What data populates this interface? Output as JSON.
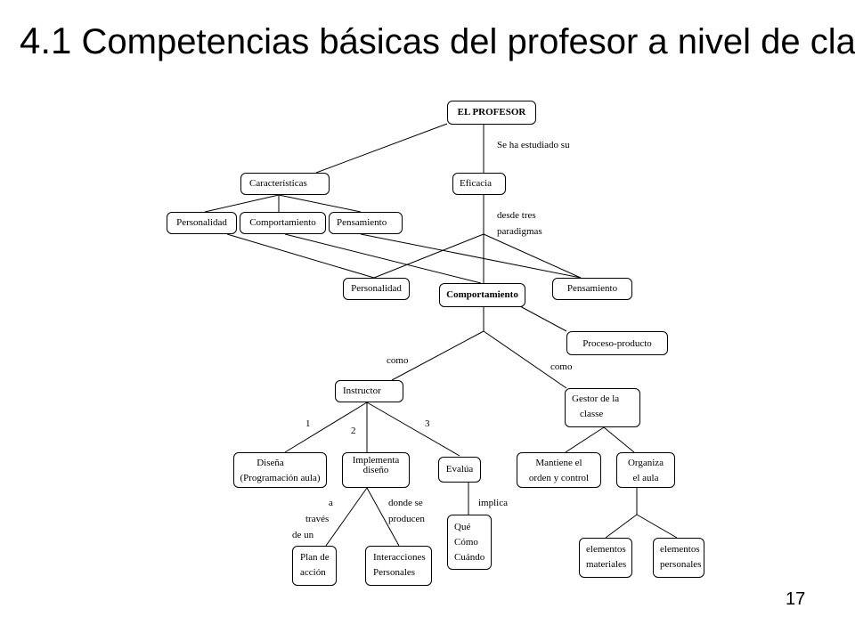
{
  "title": {
    "number": "4.1",
    "text": "Competencias básicas del profesor a nivel de clase"
  },
  "page_number": "17",
  "nodes": {
    "profesor": "EL PROFESOR",
    "caracteristicas": "Características",
    "eficacia": "Eficacia",
    "personalidad_top": "Personalidad",
    "comportamiento_top": "Comportamiento",
    "pensamiento_top": "Pensamiento",
    "personalidad_mid": "Personalidad",
    "comportamiento_mid": "Comportamiento",
    "pensamiento_mid": "Pensamiento",
    "proceso_producto": "Proceso-producto",
    "instructor": "Instructor",
    "gestor_1": "Gestor de la",
    "gestor_2": "classe",
    "disena_1": "Diseña",
    "disena_2": "(Programación aula)",
    "implementa_1": "Implementa",
    "implementa_2": "diseño",
    "evalua": "Evalúa",
    "mantiene_1": "Mantiene el",
    "mantiene_2": "orden y control",
    "organiza_1": "Organiza",
    "organiza_2": "el aula",
    "plan_1": "Plan de",
    "plan_2": "acción",
    "interacciones_1": "Interacciones",
    "interacciones_2": "Personales",
    "que": "Qué",
    "como_q": "Cómo",
    "cuando": "Cuándo",
    "elem_mat_1": "elementos",
    "elem_mat_2": "materiales",
    "elem_per_1": "elementos",
    "elem_per_2": "personales"
  },
  "labels": {
    "estudiado": "Se ha estudiado su",
    "desde_tres": "desde tres",
    "paradigmas": "paradigmas",
    "como_left": "como",
    "como_right": "como",
    "n1": "1",
    "n2": "2",
    "n3": "3",
    "a": "a",
    "traves": "través",
    "de_un": "de un",
    "donde_se": "donde se",
    "producen": "producen",
    "implica": "implica"
  }
}
